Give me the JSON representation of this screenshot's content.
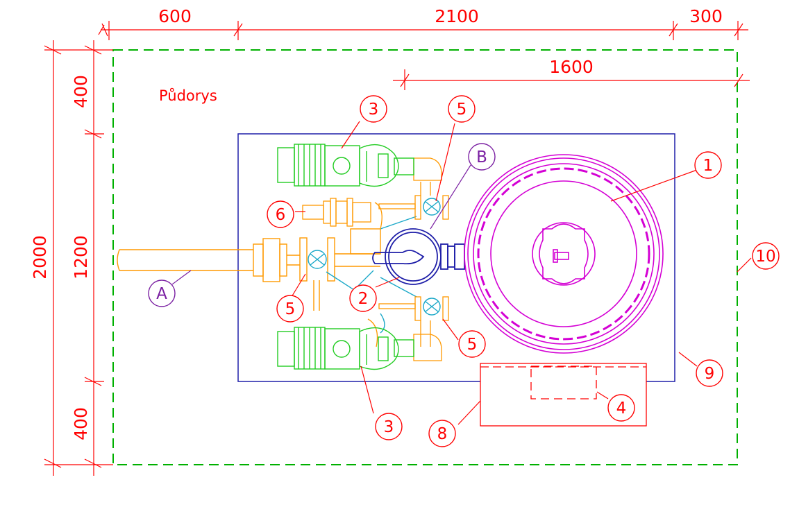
{
  "drawing": {
    "title": "Půdorys",
    "colors": {
      "dimension": "#ff0000",
      "boundary": "#00b000",
      "base_frame": "#1e1ea8",
      "tank": "#d400d4",
      "pump_motor": "#22cc22",
      "piping": "#ff9900",
      "valve": "#1aa8c8",
      "callout_letter": "#7a1fa2"
    },
    "dimensions": {
      "top": [
        "600",
        "2100",
        "300"
      ],
      "inner_top": "1600",
      "left_outer": "2000",
      "left_inner": [
        "400",
        "1200",
        "400"
      ]
    },
    "callouts": [
      {
        "label": "1",
        "icon": "circle-callout"
      },
      {
        "label": "2",
        "icon": "circle-callout"
      },
      {
        "label": "3",
        "icon": "circle-callout"
      },
      {
        "label": "3",
        "icon": "circle-callout"
      },
      {
        "label": "4",
        "icon": "circle-callout"
      },
      {
        "label": "5",
        "icon": "circle-callout"
      },
      {
        "label": "5",
        "icon": "circle-callout"
      },
      {
        "label": "5",
        "icon": "circle-callout"
      },
      {
        "label": "6",
        "icon": "circle-callout"
      },
      {
        "label": "8",
        "icon": "circle-callout"
      },
      {
        "label": "9",
        "icon": "circle-callout"
      },
      {
        "label": "10",
        "icon": "circle-callout"
      },
      {
        "label": "A",
        "icon": "circle-callout"
      },
      {
        "label": "B",
        "icon": "circle-callout"
      }
    ]
  }
}
